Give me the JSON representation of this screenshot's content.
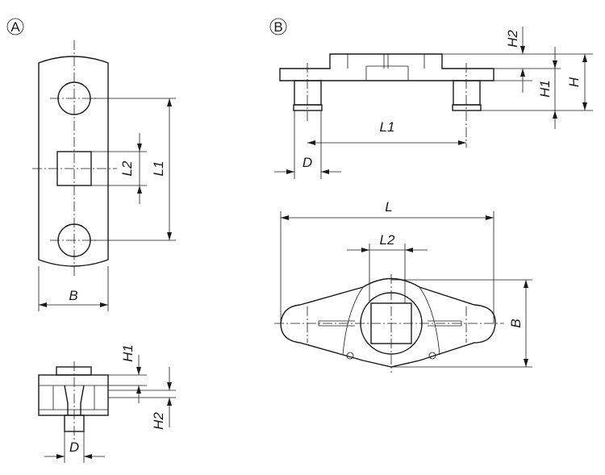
{
  "views": {
    "a": {
      "marker": "A",
      "dims": {
        "l1": "L1",
        "l2": "L2",
        "b": "B",
        "h1": "H1",
        "h2": "H2",
        "d": "D"
      }
    },
    "b": {
      "marker": "B",
      "dims": {
        "h2": "H2",
        "h1": "H1",
        "h": "H",
        "l1": "L1",
        "d": "D",
        "l": "L",
        "l2": "L2",
        "b": "B"
      }
    }
  }
}
